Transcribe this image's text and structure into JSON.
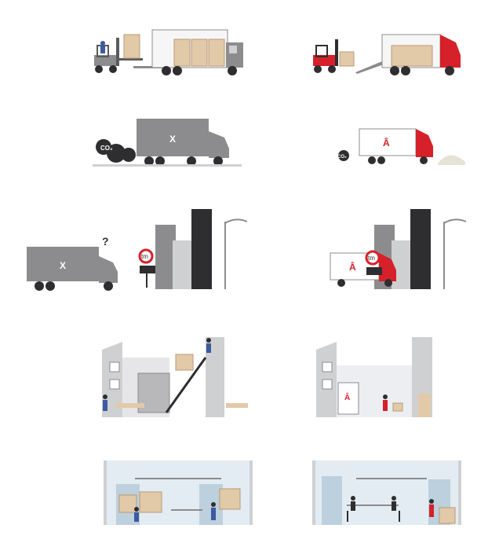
{
  "labels": {
    "competitor_mark": "X",
    "brand_mark": "Â",
    "co2": "CO₂",
    "question": "?",
    "sign_tm": "tm"
  },
  "colors": {
    "brand_red": "#d6202a",
    "truck_grey": "#8c8c8e",
    "dark_grey": "#5a5a5c",
    "light_grey": "#cfd0d2",
    "building_dark": "#2e2e30",
    "box_tan": "#e2c9a8",
    "worker_blue": "#3b5aa0",
    "room_blue": "#e3ecf2"
  },
  "icons": [
    "forklift-icon",
    "worker-icon",
    "box-icon",
    "truck-icon",
    "smoke-icon",
    "streetlamp-icon",
    "road-sign-icon",
    "barrier-icon",
    "desk-icon",
    "chair-icon"
  ]
}
